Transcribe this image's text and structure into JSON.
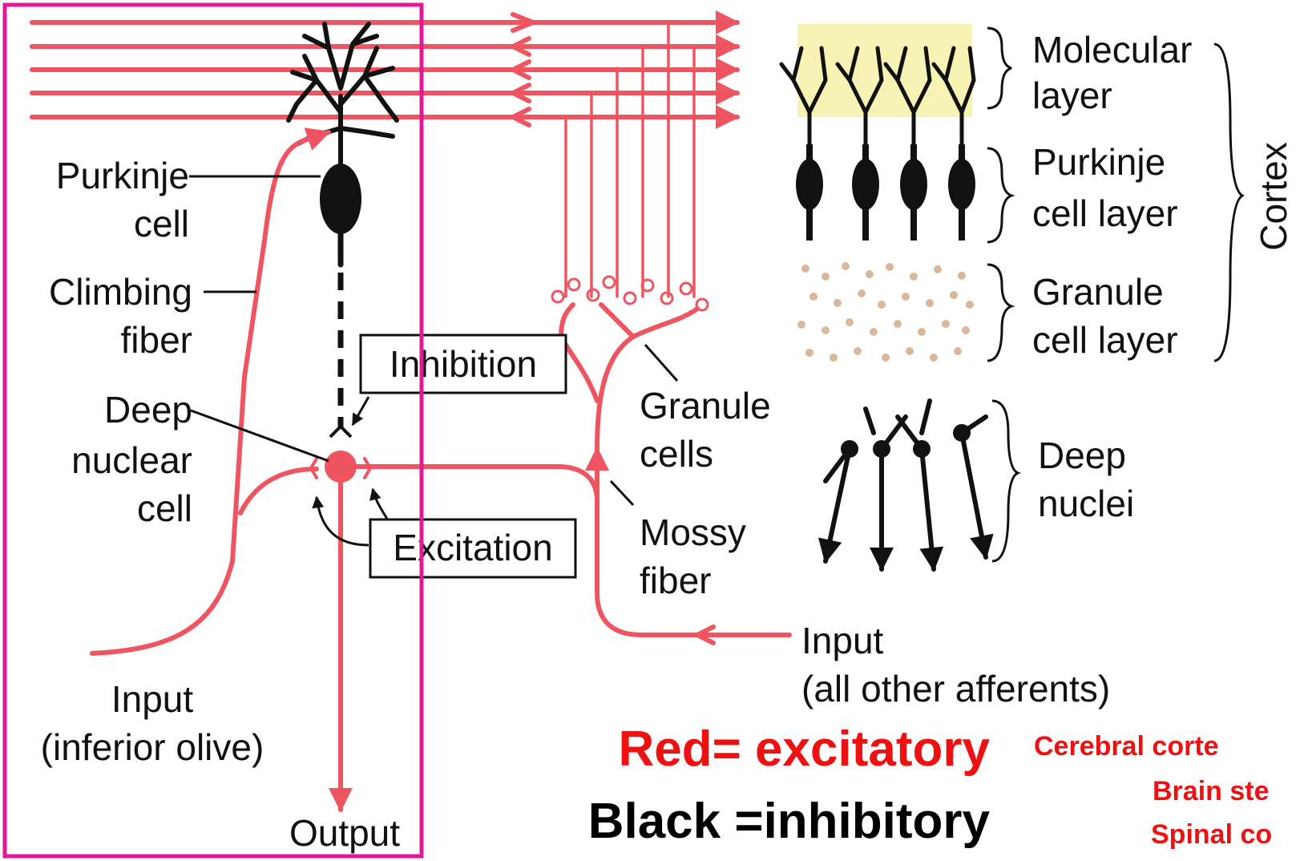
{
  "colors": {
    "excitatory": "#ee5560",
    "inhibitory": "#111111",
    "highlight_box": "#e0199a",
    "molecular_layer_bg": "#f7f3b4",
    "granule_dots": "#d9b79a",
    "legend_red": "#ee1111"
  },
  "labels": {
    "purkinje_cell": [
      "Purkinje",
      "cell"
    ],
    "climbing_fiber": [
      "Climbing",
      "fiber"
    ],
    "deep_nuclear_cell": [
      "Deep",
      "nuclear",
      "cell"
    ],
    "inhibition": "Inhibition",
    "excitation": "Excitation",
    "granule_cells": [
      "Granule",
      "cells"
    ],
    "mossy_fiber": [
      "Mossy",
      "fiber"
    ],
    "input_olive": [
      "Input",
      "(inferior olive)"
    ],
    "output": "Output",
    "input_afferents": [
      "Input",
      "(all other afferents)"
    ]
  },
  "layers": {
    "molecular": [
      "Molecular",
      "layer"
    ],
    "purkinje": [
      "Purkinje",
      "cell layer"
    ],
    "granule": [
      "Granule",
      "cell layer"
    ],
    "deep_nuclei": [
      "Deep",
      "nuclei"
    ],
    "cortex": "Cortex"
  },
  "legend": {
    "red": "Red= excitatory",
    "black": "Black =inhibitory"
  },
  "targets": [
    "Cerebral corte",
    "Brain ste",
    "Spinal co"
  ]
}
